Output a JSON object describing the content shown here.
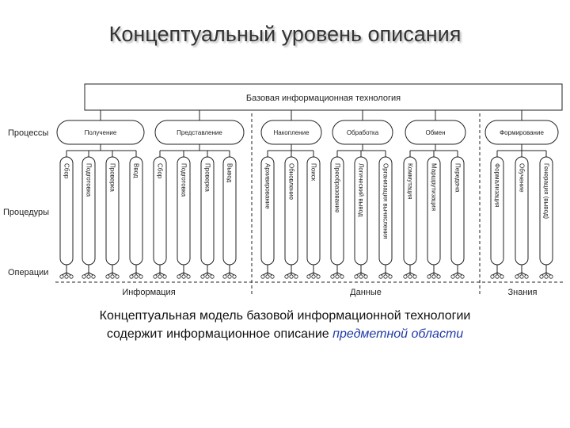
{
  "title": "Концептуальный уровень описания",
  "diagram": {
    "root": "Базовая информационная технология",
    "row_labels": {
      "processes": "Процессы",
      "procedures": "Процедуры",
      "operations": "Операции"
    },
    "processes": [
      {
        "label": "Получение",
        "procedures": [
          "Сбор",
          "Подготовка",
          "Проверка",
          "Ввод"
        ]
      },
      {
        "label": "Представление",
        "procedures": [
          "Сбор",
          "Подготовка",
          "Проверка",
          "Вывод"
        ]
      },
      {
        "label": "Накопление",
        "procedures": [
          "Архивирование",
          "Обновление",
          "Поиск"
        ]
      },
      {
        "label": "Обработка",
        "procedures": [
          "Преобразование",
          "Логический вывод",
          "Организация вычисления"
        ]
      },
      {
        "label": "Обмен",
        "procedures": [
          "Коммутация",
          "Маршрутизация",
          "Передача"
        ]
      },
      {
        "label": "Формирование",
        "procedures": [
          "Формализация",
          "Обучение",
          "Генерация (вывод)"
        ]
      }
    ],
    "sections": [
      "Информация",
      "Данные",
      "Знания"
    ]
  },
  "caption": {
    "line1": "Концептуальная модель базовой информационной технологии",
    "line2_prefix": "содержит информационное описание ",
    "line2_highlight": "предметной области"
  }
}
